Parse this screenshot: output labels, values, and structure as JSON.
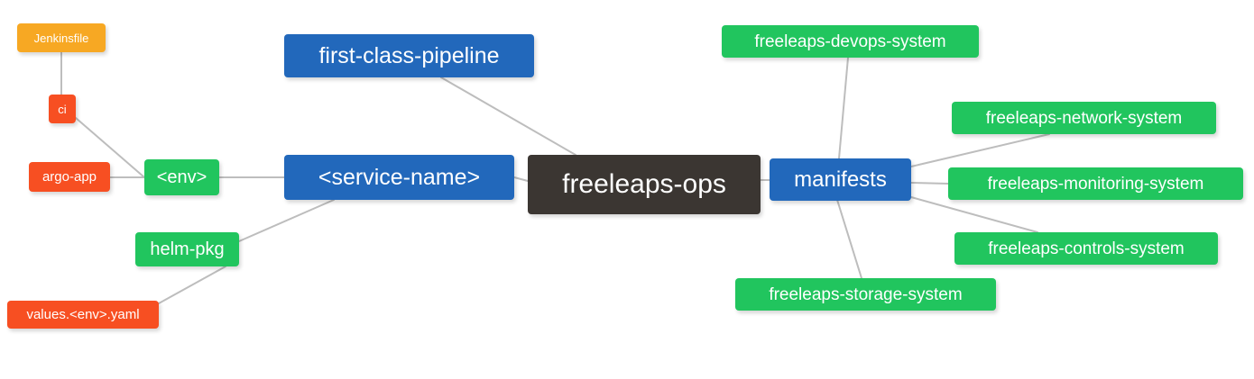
{
  "diagram": {
    "type": "mindmap",
    "title": "freeleaps-ops",
    "background": "#ffffff",
    "edge_color": "#bdbdbd",
    "palette": {
      "root": "#3b3632",
      "blue": "#2268bb",
      "green": "#21c55e",
      "orange": "#f7a823",
      "red": "#f74f22",
      "text": "#ffffff"
    }
  },
  "nodes": {
    "root": {
      "label": "freeleaps-ops",
      "color": "#3b3632",
      "font_size": 30
    },
    "service_name": {
      "label": "<service-name>",
      "color": "#2268bb",
      "font_size": 25
    },
    "first_class_pipeline": {
      "label": "first-class-pipeline",
      "color": "#2268bb",
      "font_size": 25
    },
    "manifests": {
      "label": "manifests",
      "color": "#2268bb",
      "font_size": 24
    },
    "env": {
      "label": "<env>",
      "color": "#21c55e",
      "font_size": 20
    },
    "helm_pkg": {
      "label": "helm-pkg",
      "color": "#21c55e",
      "font_size": 20
    },
    "jenkinsfile": {
      "label": "Jenkinsfile",
      "color": "#f7a823",
      "font_size": 13
    },
    "ci": {
      "label": "ci",
      "color": "#f74f22",
      "font_size": 13
    },
    "argo_app": {
      "label": "argo-app",
      "color": "#f74f22",
      "font_size": 15
    },
    "values_yaml": {
      "label": "values.<env>.yaml",
      "color": "#f74f22",
      "font_size": 15
    },
    "devops_system": {
      "label": "freeleaps-devops-system",
      "color": "#21c55e",
      "font_size": 19
    },
    "network_system": {
      "label": "freeleaps-network-system",
      "color": "#21c55e",
      "font_size": 19
    },
    "monitoring_system": {
      "label": "freeleaps-monitoring-system",
      "color": "#21c55e",
      "font_size": 19
    },
    "controls_system": {
      "label": "freeleaps-controls-system",
      "color": "#21c55e",
      "font_size": 19
    },
    "storage_system": {
      "label": "freeleaps-storage-system",
      "color": "#21c55e",
      "font_size": 19
    }
  },
  "edges": [
    {
      "from": "root",
      "to": "first_class_pipeline"
    },
    {
      "from": "root",
      "to": "service_name"
    },
    {
      "from": "root",
      "to": "manifests"
    },
    {
      "from": "service_name",
      "to": "env"
    },
    {
      "from": "service_name",
      "to": "helm_pkg"
    },
    {
      "from": "env",
      "to": "ci"
    },
    {
      "from": "env",
      "to": "argo_app"
    },
    {
      "from": "ci",
      "to": "jenkinsfile"
    },
    {
      "from": "helm_pkg",
      "to": "values_yaml"
    },
    {
      "from": "manifests",
      "to": "devops_system"
    },
    {
      "from": "manifests",
      "to": "network_system"
    },
    {
      "from": "manifests",
      "to": "monitoring_system"
    },
    {
      "from": "manifests",
      "to": "controls_system"
    },
    {
      "from": "manifests",
      "to": "storage_system"
    }
  ]
}
